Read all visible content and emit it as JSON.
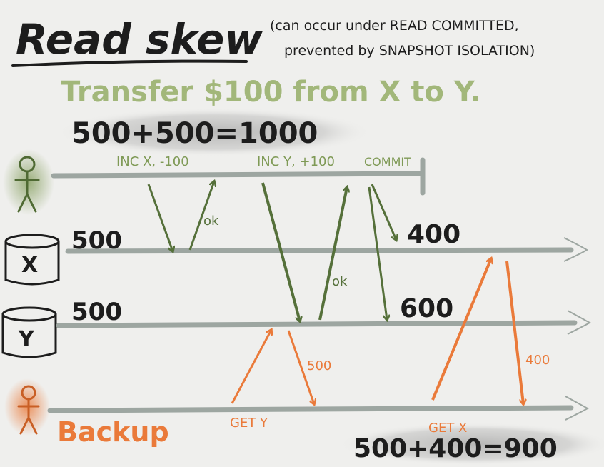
{
  "title": "Read skew",
  "subtitle_line1": "(can occur under READ COMMITTED,",
  "subtitle_line2": "prevented by SNAPSHOT ISOLATION)",
  "scenario": "Transfer $100 from X to Y.",
  "initial_sum": "500+500=1000",
  "transaction": {
    "op1": "INC X, -100",
    "op2": "INC Y, +100",
    "commit": "COMMIT",
    "ack1": "ok",
    "ack2": "ok"
  },
  "x_db": {
    "icon_label": "X",
    "before": "500",
    "after": "400"
  },
  "y_db": {
    "icon_label": "Y",
    "before": "500",
    "after": "600"
  },
  "backup": {
    "label": "Backup",
    "get_y": "GET Y",
    "y_value": "500",
    "get_x": "GET X",
    "x_value": "400",
    "sum": "500+400=900"
  },
  "colors": {
    "background": "#efefed",
    "ink": "#1d1d1d",
    "green": "#7f9a56",
    "dark_green": "#55703a",
    "orange": "#ea7a3a",
    "timeline": "#9da6a1"
  }
}
